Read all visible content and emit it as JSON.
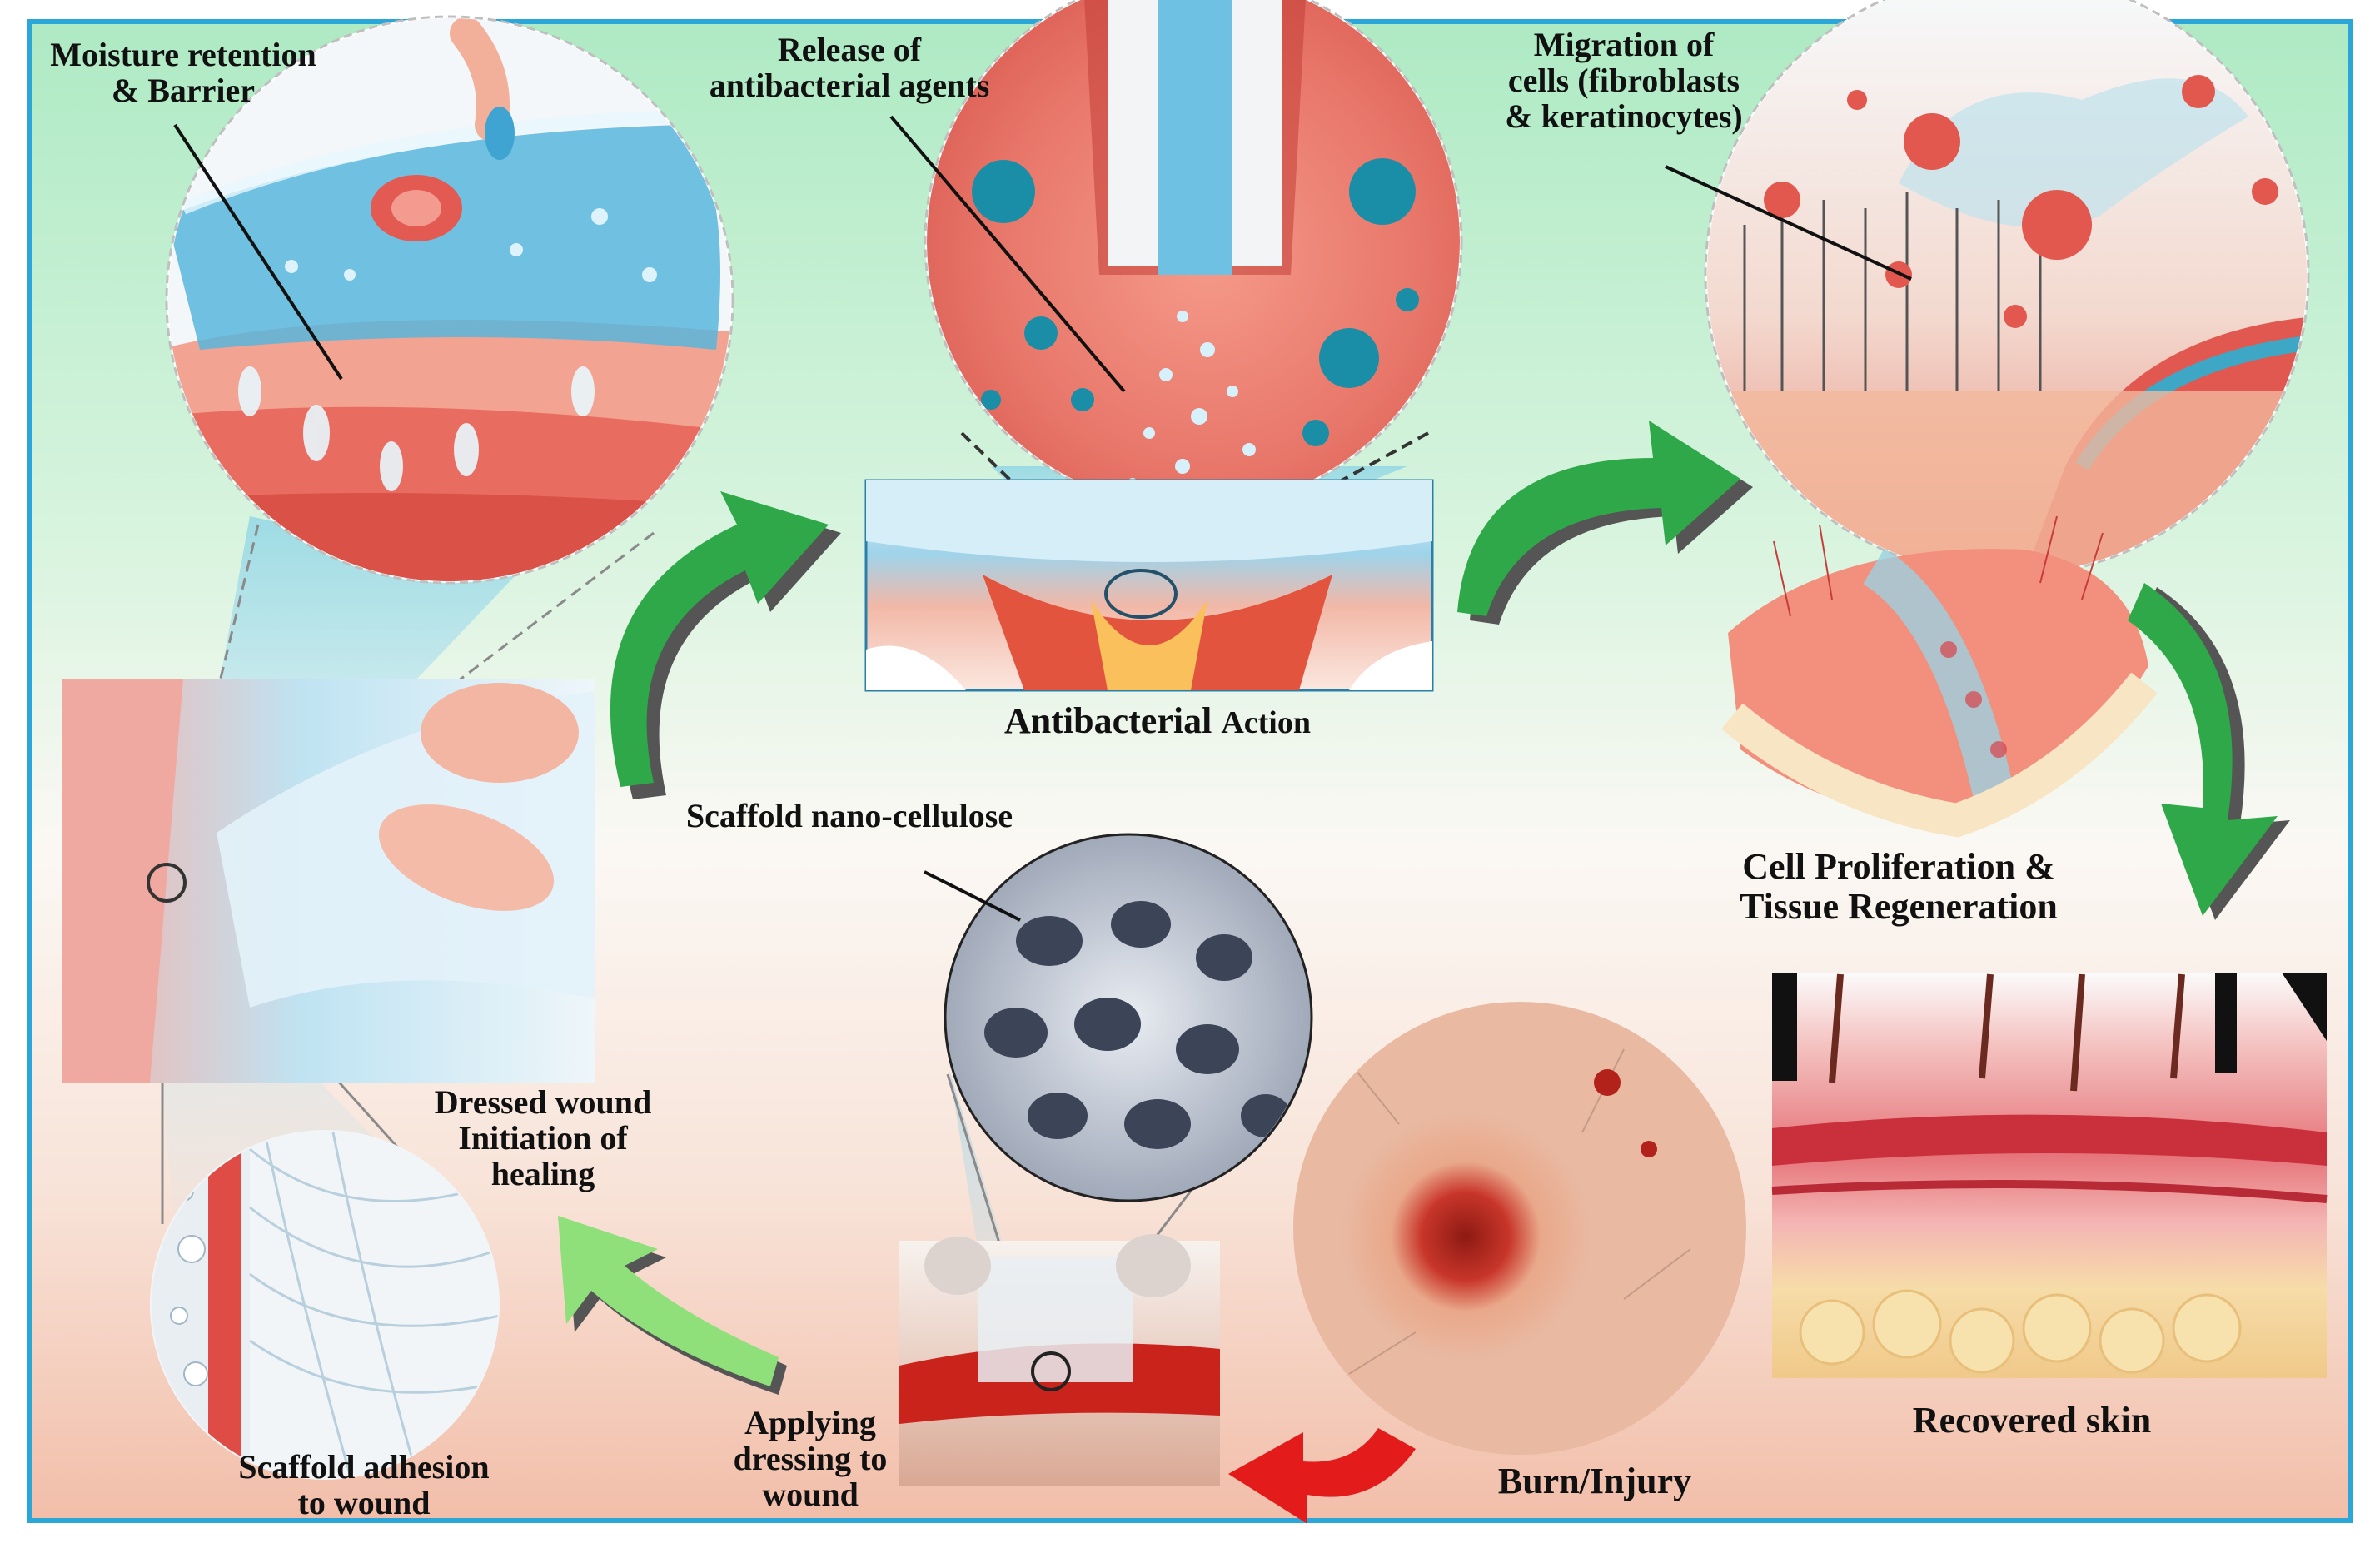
{
  "labels": {
    "moisture": [
      "Moisture retention",
      "& Barrier"
    ],
    "release": [
      "Release of",
      "antibacterial agents"
    ],
    "migration": [
      "Migration of",
      "cells (fibroblasts",
      "& keratinocytes)"
    ],
    "antibacterial_main": "Antibacterial",
    "antibacterial_sub": "Action",
    "scaffold_nano": "Scaffold nano-cellulose",
    "proliferation": [
      "Cell Proliferation &",
      "Tissue Regeneration"
    ],
    "dressed": [
      "Dressed wound",
      "Initiation of",
      "healing"
    ],
    "scaffold_adhesion": [
      "Scaffold adhesion",
      "to wound"
    ],
    "applying": [
      "Applying",
      "dressing to",
      "wound"
    ],
    "burn": "Burn/Injury",
    "recovered": "Recovered skin"
  },
  "colors": {
    "frame": "#2aa7d8",
    "bg_top": "#aeeac4",
    "bg_mid": "#fbf8f4",
    "bg_bottom": "#f3c3b0",
    "arrow_green": "#2fa84a",
    "arrow_light_green": "#8fe07a",
    "arrow_red": "#e31b1b",
    "shadow": "#555555"
  },
  "icons": {
    "cycle_arrows": "curved-arrow-icon",
    "zoom_circle": "zoom-circle-icon"
  }
}
